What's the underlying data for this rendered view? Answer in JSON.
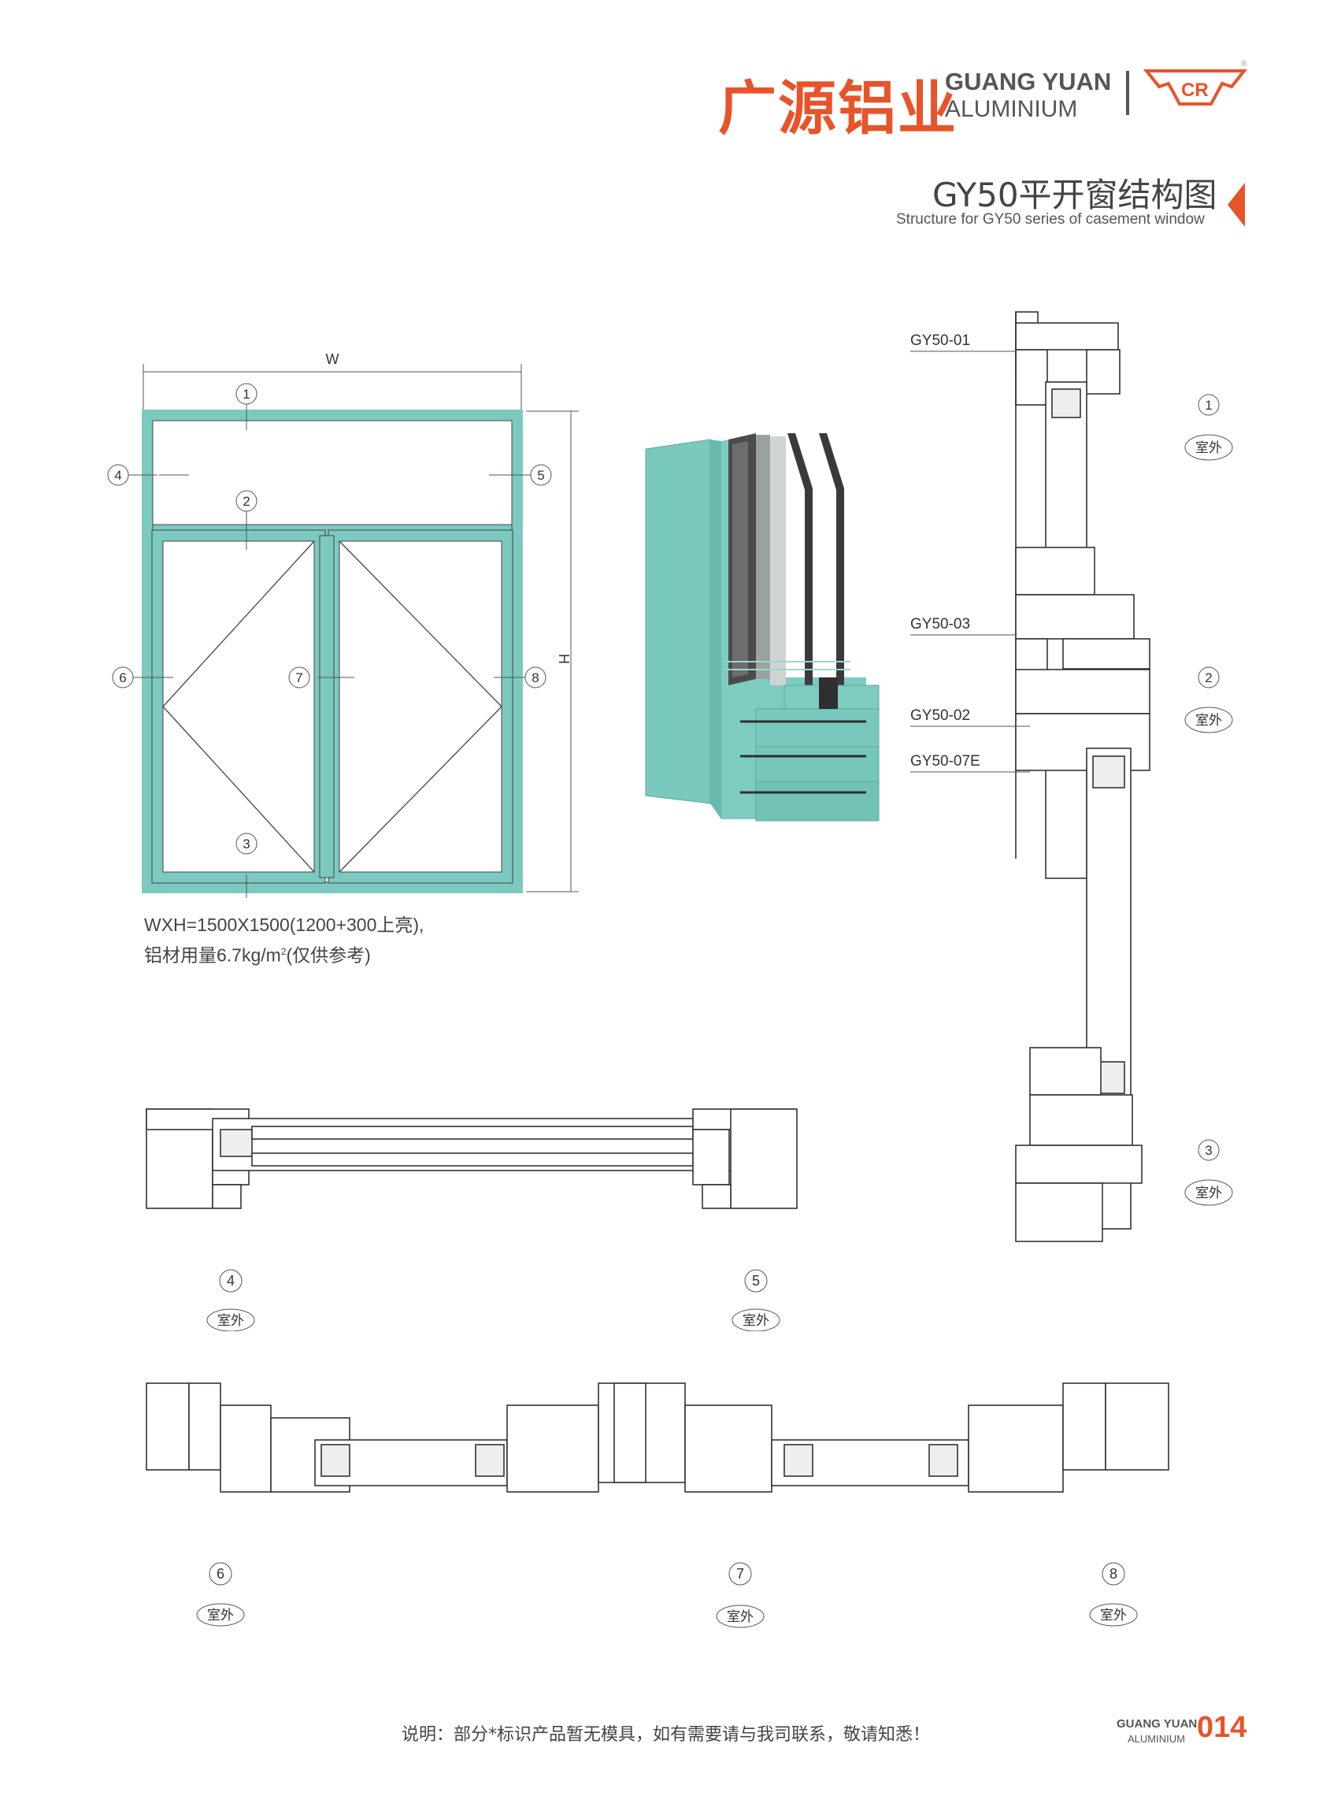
{
  "header": {
    "brand_cn": "广源铝业",
    "brand_en_line1": "GUANG YUAN",
    "brand_en_line2": "ALUMINIUM",
    "logo": "gy-crown-logo",
    "registered": "®"
  },
  "title": {
    "cn": "GY50平开窗结构图",
    "en": "Structure for GY50 series of casement window"
  },
  "elevation": {
    "width_label": "W",
    "height_label": "H",
    "markers": [
      "1",
      "2",
      "3",
      "4",
      "5",
      "6",
      "7",
      "8"
    ],
    "frame_color": "#7cc9c0"
  },
  "note": {
    "line1": "WXH=1500X1500(1200+300上亮),",
    "line2_a": "铝材用量6.7kg/m",
    "line2_sup": "2",
    "line2_b": "(仅供参考)"
  },
  "profiles": {
    "gy50_01": "GY50-01",
    "gy50_03": "GY50-03",
    "gy50_02": "GY50-02",
    "gy50_07e": "GY50-07E"
  },
  "sections": {
    "outdoor_label": "室外",
    "s1": "1",
    "s2": "2",
    "s3": "3",
    "s4": "4",
    "s5": "5",
    "s6": "6",
    "s7": "7",
    "s8": "8"
  },
  "footer": {
    "note": "说明：部分*标识产品暂无模具，如有需要请与我司联系，敬请知悉！",
    "brand_line1": "GUANG YUAN",
    "brand_line2": "ALUMINIUM",
    "page": "014"
  },
  "colors": {
    "accent": "#e8542a",
    "profile_teal": "#6fc3b8",
    "text": "#444444"
  }
}
